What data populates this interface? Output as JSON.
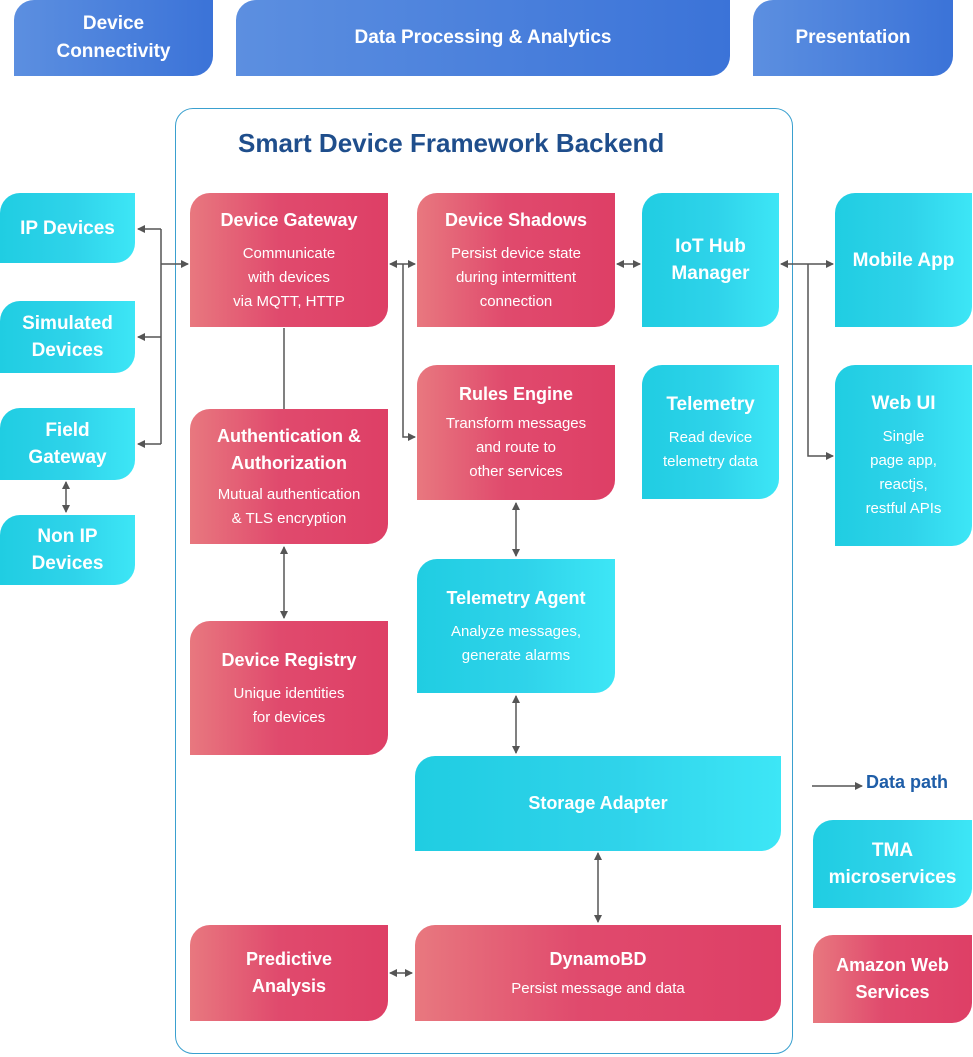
{
  "headers": {
    "connectivity": [
      "Device",
      "Connectivity"
    ],
    "processing": "Data Processing & Analytics",
    "presentation": "Presentation"
  },
  "framework_title": "Smart Device Framework Backend",
  "devices": {
    "ip": [
      "IP Devices"
    ],
    "simulated": [
      "Simulated",
      "Devices"
    ],
    "field_gateway": [
      "Field",
      "Gateway"
    ],
    "non_ip": [
      "Non IP",
      "Devices"
    ]
  },
  "components": {
    "device_gateway": {
      "title": "Device Gateway",
      "desc": [
        "Communicate",
        "with devices",
        "via MQTT, HTTP"
      ]
    },
    "device_shadows": {
      "title": "Device Shadows",
      "desc": [
        "Persist device state",
        "during intermittent",
        "connection"
      ]
    },
    "iot_hub_manager": {
      "title": [
        "IoT Hub",
        "Manager"
      ]
    },
    "rules_engine": {
      "title": "Rules Engine",
      "desc": [
        "Transform messages",
        "and route to",
        "other services"
      ]
    },
    "telemetry": {
      "title": "Telemetry",
      "desc": [
        "Read device",
        "telemetry data"
      ]
    },
    "auth": {
      "title": [
        "Authentication &",
        "Authorization"
      ],
      "desc": [
        "Mutual authentication",
        "& TLS encryption"
      ]
    },
    "telemetry_agent": {
      "title": "Telemetry Agent",
      "desc": [
        "Analyze messages,",
        "generate alarms"
      ]
    },
    "device_registry": {
      "title": "Device Registry",
      "desc": [
        "Unique identities",
        "for devices"
      ]
    },
    "storage_adapter": {
      "title": "Storage Adapter"
    },
    "predictive_analysis": {
      "title": [
        "Predictive",
        "Analysis"
      ]
    },
    "dynamobd": {
      "title": "DynamoBD",
      "desc": [
        "Persist message and data"
      ]
    }
  },
  "apps": {
    "mobile": {
      "title": "Mobile App"
    },
    "web_ui": {
      "title": "Web UI",
      "desc": [
        "Single",
        "page app,",
        "reactjs,",
        "restful APIs"
      ]
    }
  },
  "legend": {
    "data_path": "Data path",
    "tma": [
      "TMA",
      "microservices"
    ],
    "aws": [
      "Amazon Web",
      "Services"
    ]
  },
  "colors": {
    "header_blue": "#3b73d8",
    "service_red": "#e04a6d",
    "service_cyan": "#2fd3ea",
    "frame_border": "#3aa0cf",
    "title_text": "#1f4e8c",
    "connector": "#555555"
  }
}
